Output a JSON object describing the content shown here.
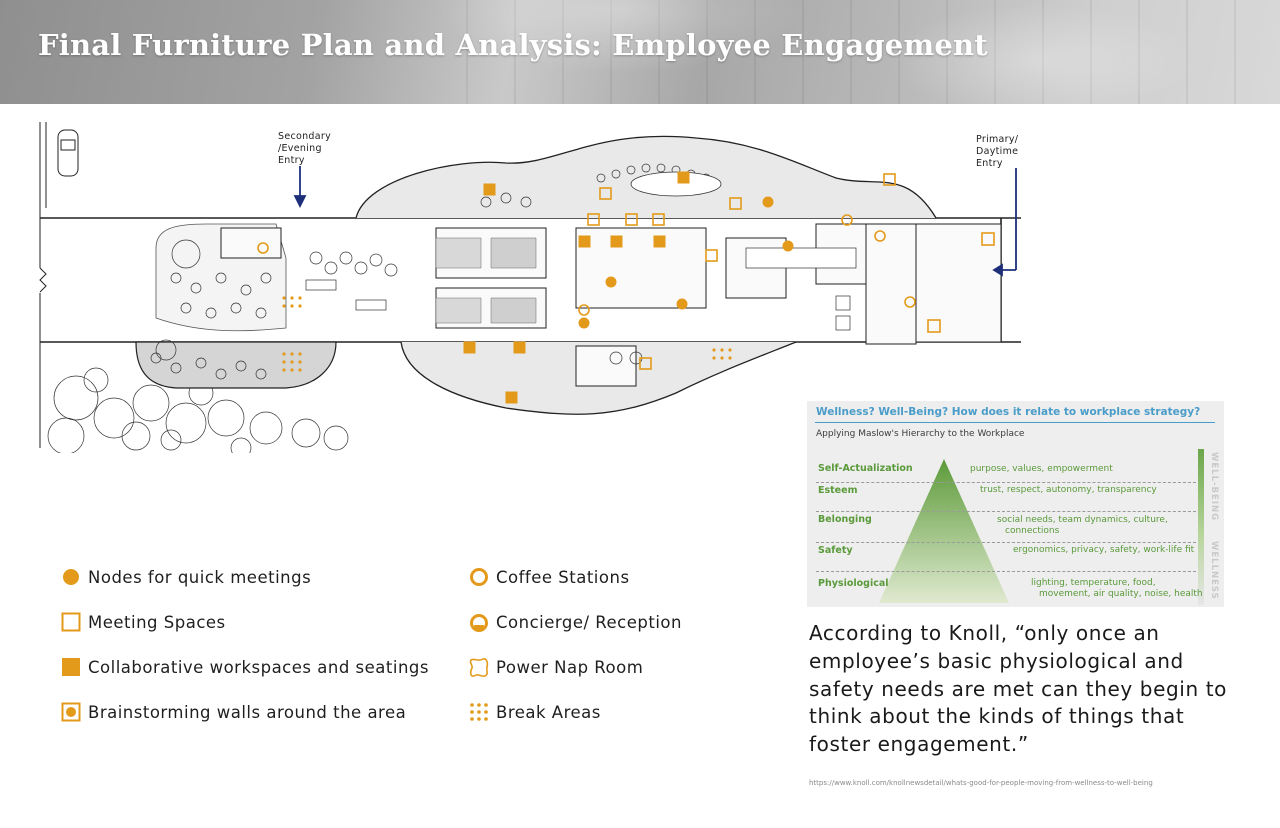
{
  "page": {
    "title": "Final Furniture Plan and Analysis: Employee Engagement"
  },
  "plan": {
    "secondary_entry": [
      "Secondary",
      "/Evening",
      "Entry"
    ],
    "primary_entry": [
      "Primary/",
      "Daytime",
      "Entry"
    ]
  },
  "legend": [
    {
      "icon": "filled-circle-icon",
      "label": "Nodes for quick meetings"
    },
    {
      "icon": "hollow-square-icon",
      "label": "Meeting Spaces"
    },
    {
      "icon": "filled-square-icon",
      "label": "Collaborative workspaces and seatings"
    },
    {
      "icon": "square-target-icon",
      "label": "Brainstorming walls around the area"
    },
    {
      "icon": "hollow-circle-icon",
      "label": "Coffee Stations"
    },
    {
      "icon": "ring-dot-icon",
      "label": "Concierge/ Reception"
    },
    {
      "icon": "wavy-square-icon",
      "label": "Power Nap Room"
    },
    {
      "icon": "dot-grid-icon",
      "label": "Break Areas"
    }
  ],
  "maslow": {
    "title": "Wellness? Well-Being? How does it relate to workplace strategy?",
    "subtitle": "Applying Maslow's Hierarchy to the Workplace",
    "side_top": "WELL-BEING",
    "side_bottom": "WELLNESS",
    "levels": [
      {
        "name": "Self-Actualization",
        "desc": [
          "purpose, values, empowerment"
        ]
      },
      {
        "name": "Esteem",
        "desc": [
          "trust, respect, autonomy, transparency"
        ]
      },
      {
        "name": "Belonging",
        "desc": [
          "social needs, team dynamics, culture,",
          "connections"
        ]
      },
      {
        "name": "Safety",
        "desc": [
          "ergonomics, privacy, safety, work-life fit"
        ]
      },
      {
        "name": "Physiological",
        "desc": [
          "lighting, temperature, food,",
          "movement, air quality, noise, health"
        ]
      }
    ]
  },
  "quote": "According to Knoll, “only once an employee’s basic physiological and safety needs are met can they begin to think about the kinds of things that foster engagement.”",
  "source_url": "https://www.knoll.com/knollnewsdetail/whats-good-for-people-moving-from-wellness-to-well-being",
  "colors": {
    "accent": "#e39a1a",
    "maslow_green": "#5a9a3a",
    "maslow_blue": "#4a9cc9",
    "arrow_navy": "#1e2f7a"
  }
}
